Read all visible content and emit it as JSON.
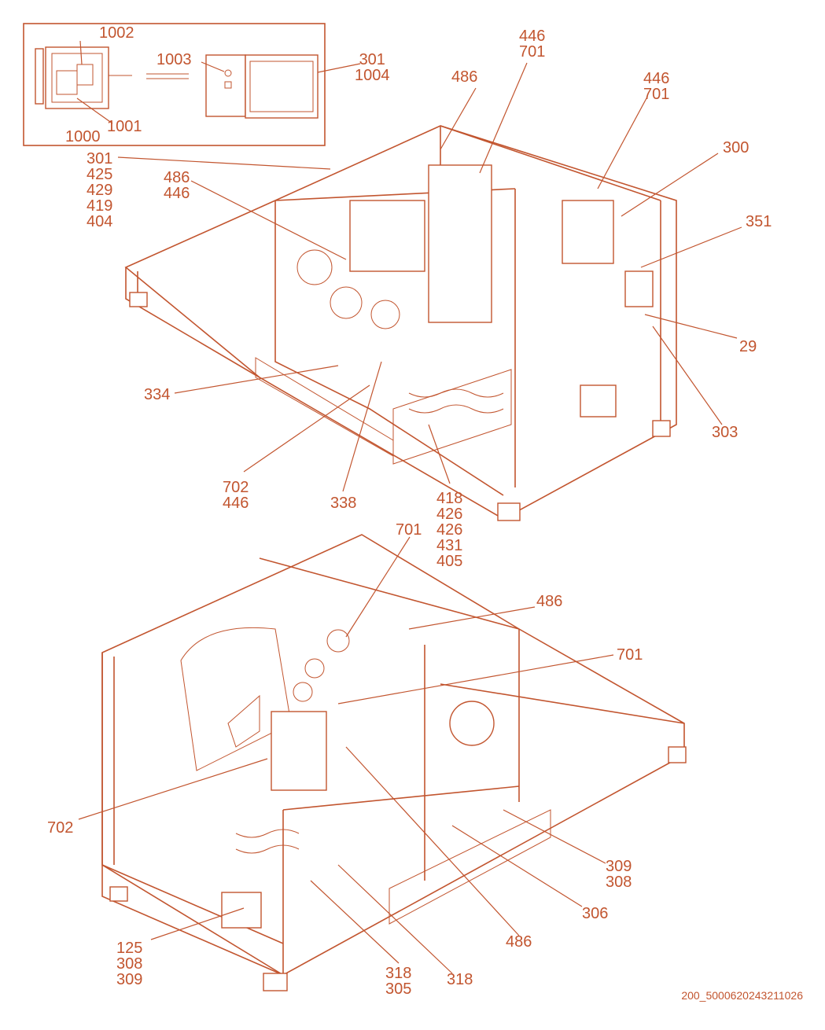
{
  "doc_id": "200_5000620243211026",
  "accent_color": "#c2552f",
  "inset": {
    "labels": {
      "l1002": "1002",
      "l1003": "1003",
      "l1001": "1001",
      "l1000": "1000",
      "l301": [
        "301",
        "1004"
      ]
    }
  },
  "top_view": {
    "labels": {
      "a": [
        "446",
        "701"
      ],
      "b": [
        "486"
      ],
      "c": [
        "446",
        "701"
      ],
      "d": [
        "301",
        "425",
        "429",
        "419",
        "404"
      ],
      "e": [
        "486",
        "446"
      ],
      "f": [
        "300"
      ],
      "g": [
        "351"
      ],
      "h": [
        "29"
      ],
      "i": [
        "334"
      ],
      "j": [
        "303"
      ],
      "k": [
        "702",
        "446"
      ],
      "l": [
        "338"
      ],
      "m": [
        "418",
        "426",
        "426",
        "431",
        "405"
      ]
    }
  },
  "bottom_view": {
    "labels": {
      "a": [
        "701"
      ],
      "b": [
        "486"
      ],
      "c": [
        "701"
      ],
      "d": [
        "702"
      ],
      "e": [
        "309",
        "308"
      ],
      "f": [
        "306"
      ],
      "g": [
        "486"
      ],
      "h": [
        "125",
        "308",
        "309"
      ],
      "i": [
        "318",
        "305"
      ],
      "j": [
        "318"
      ]
    }
  }
}
